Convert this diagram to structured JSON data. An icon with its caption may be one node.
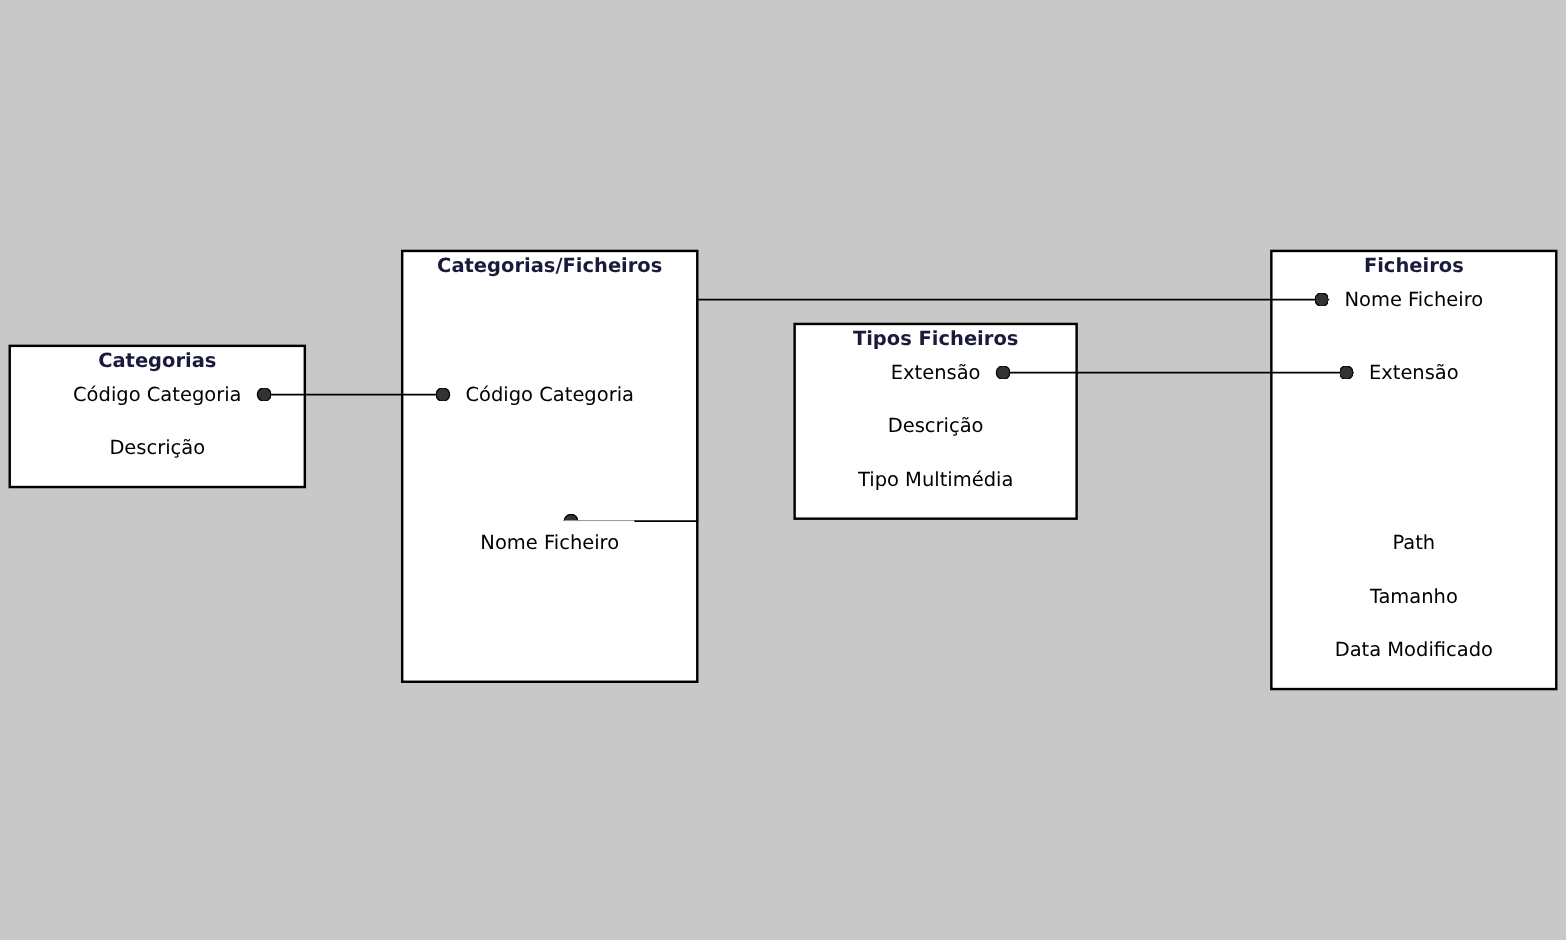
{
  "diagram": {
    "nodes": [
      {
        "text": [
          "Categorias"
        ]
      },
      {
        "text": [
          "Código Categoria"
        ],
        "in": 0
      },
      {
        "text": [
          "Descrição"
        ],
        "in": 0
      },
      {
        "text": [
          "Categorias/Ficheiros"
        ]
      },
      {
        "text": [
          "Código Categoria"
        ],
        "in": 3
      },
      {
        "text": [
          "Nome Ficheiro"
        ],
        "in": 3
      },
      {
        "text": [
          "Ficheiros"
        ]
      },
      {
        "text": [
          "Nome Ficheiro"
        ],
        "in": 6
      },
      {
        "text": [
          "Extensão"
        ],
        "in": 6
      },
      {
        "text": [
          "Path"
        ],
        "in": 6
      },
      {
        "text": [
          "Tamanho"
        ],
        "in": 6
      },
      {
        "text": [
          "Data Modificado"
        ],
        "in": 6
      },
      {
        "text": [
          "Tipos Ficheiros"
        ]
      },
      {
        "text": [
          "Extensão"
        ],
        "in": 12
      },
      {
        "text": [
          "Descrição"
        ],
        "in": 12
      },
      {
        "text": [
          "Tipo Multimédia"
        ],
        "in": 12
      }
    ],
    "edges": [
      {
        "from": 1,
        "to": 4,
        "arrow": "other"
      },
      {
        "from": 5,
        "to": 7,
        "arrow": "other"
      },
      {
        "from": 13,
        "to": 8,
        "arrow": "other"
      }
    ]
  }
}
